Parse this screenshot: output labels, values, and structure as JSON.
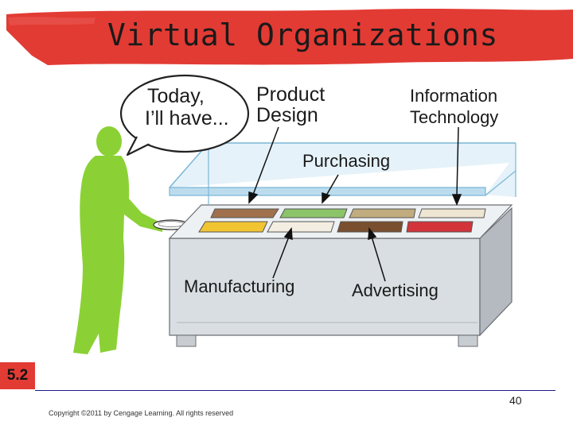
{
  "slide": {
    "title": "Virtual Organizations",
    "figure_number": "5.2",
    "page_number": "40",
    "copyright": "Copyright ©2011 by Cengage Learning. All rights reserved"
  },
  "diagram": {
    "speech_bubble": {
      "line1": "Today,",
      "line2": "I’ll have..."
    },
    "labels": {
      "product_design_1": "Product",
      "product_design_2": "Design",
      "information_technology_1": "Information",
      "information_technology_2": "Technology",
      "purchasing": "Purchasing",
      "manufacturing": "Manufacturing",
      "advertising": "Advertising"
    }
  },
  "colors": {
    "banner_red": "#e23b34",
    "figure_green": "#8bd135",
    "counter_gray": "#d9dee2",
    "glass_blue": "#cfe7f4"
  }
}
